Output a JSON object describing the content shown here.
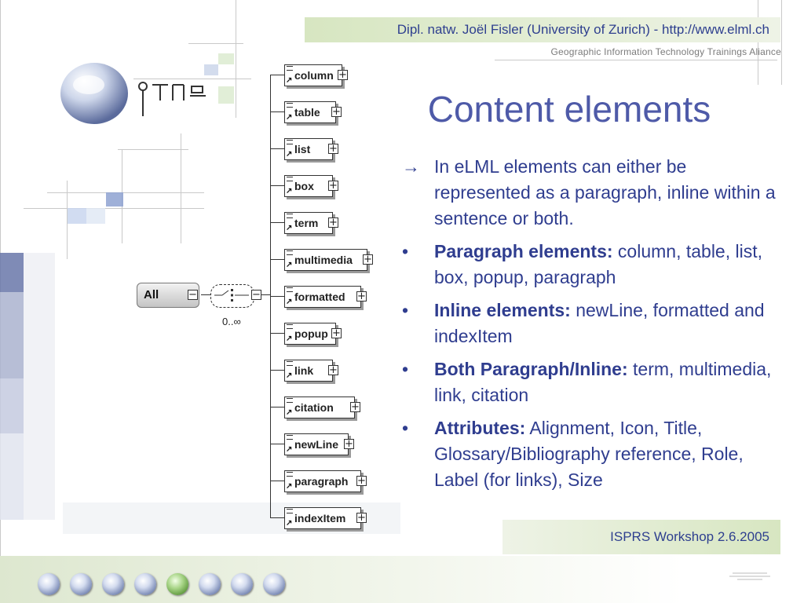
{
  "header": {
    "author_text": "Dipl. natw. Joël Fisler (University of Zurich) - http://www.elml.ch",
    "subtitle": "Geographic Information Technology Trainings Aliance"
  },
  "title": "Content elements",
  "bullets": [
    {
      "marker": "→",
      "bold": "",
      "text": "In eLML elements can either be represented as a paragraph, inline within a sentence or both."
    },
    {
      "marker": "•",
      "bold": "Paragraph elements:",
      "text": " column, table, list, box, popup, paragraph"
    },
    {
      "marker": "•",
      "bold": "Inline elements:",
      "text": " newLine, formatted and indexItem"
    },
    {
      "marker": "•",
      "bold": "Both Paragraph/Inline:",
      "text": " term, multimedia, link, citation"
    },
    {
      "marker": "•",
      "bold": "Attributes:",
      "text": " Alignment, Icon, Title, Glossary/Bibliography reference, Role, Label (for links), Size"
    }
  ],
  "diagram": {
    "root_label": "All",
    "multiplicity": "0..∞",
    "children": [
      "column",
      "table",
      "list",
      "box",
      "term",
      "multimedia",
      "formatted",
      "popup",
      "link",
      "citation",
      "newLine",
      "paragraph",
      "indexItem"
    ]
  },
  "footer": {
    "text": "ISPRS Workshop 2.6.2005"
  },
  "navigation": {
    "dot_count": 8,
    "active_index": 4
  },
  "colors": {
    "title": "#4e5aa8",
    "text": "#2f3d8f",
    "header_band": "#d7e6c1"
  }
}
